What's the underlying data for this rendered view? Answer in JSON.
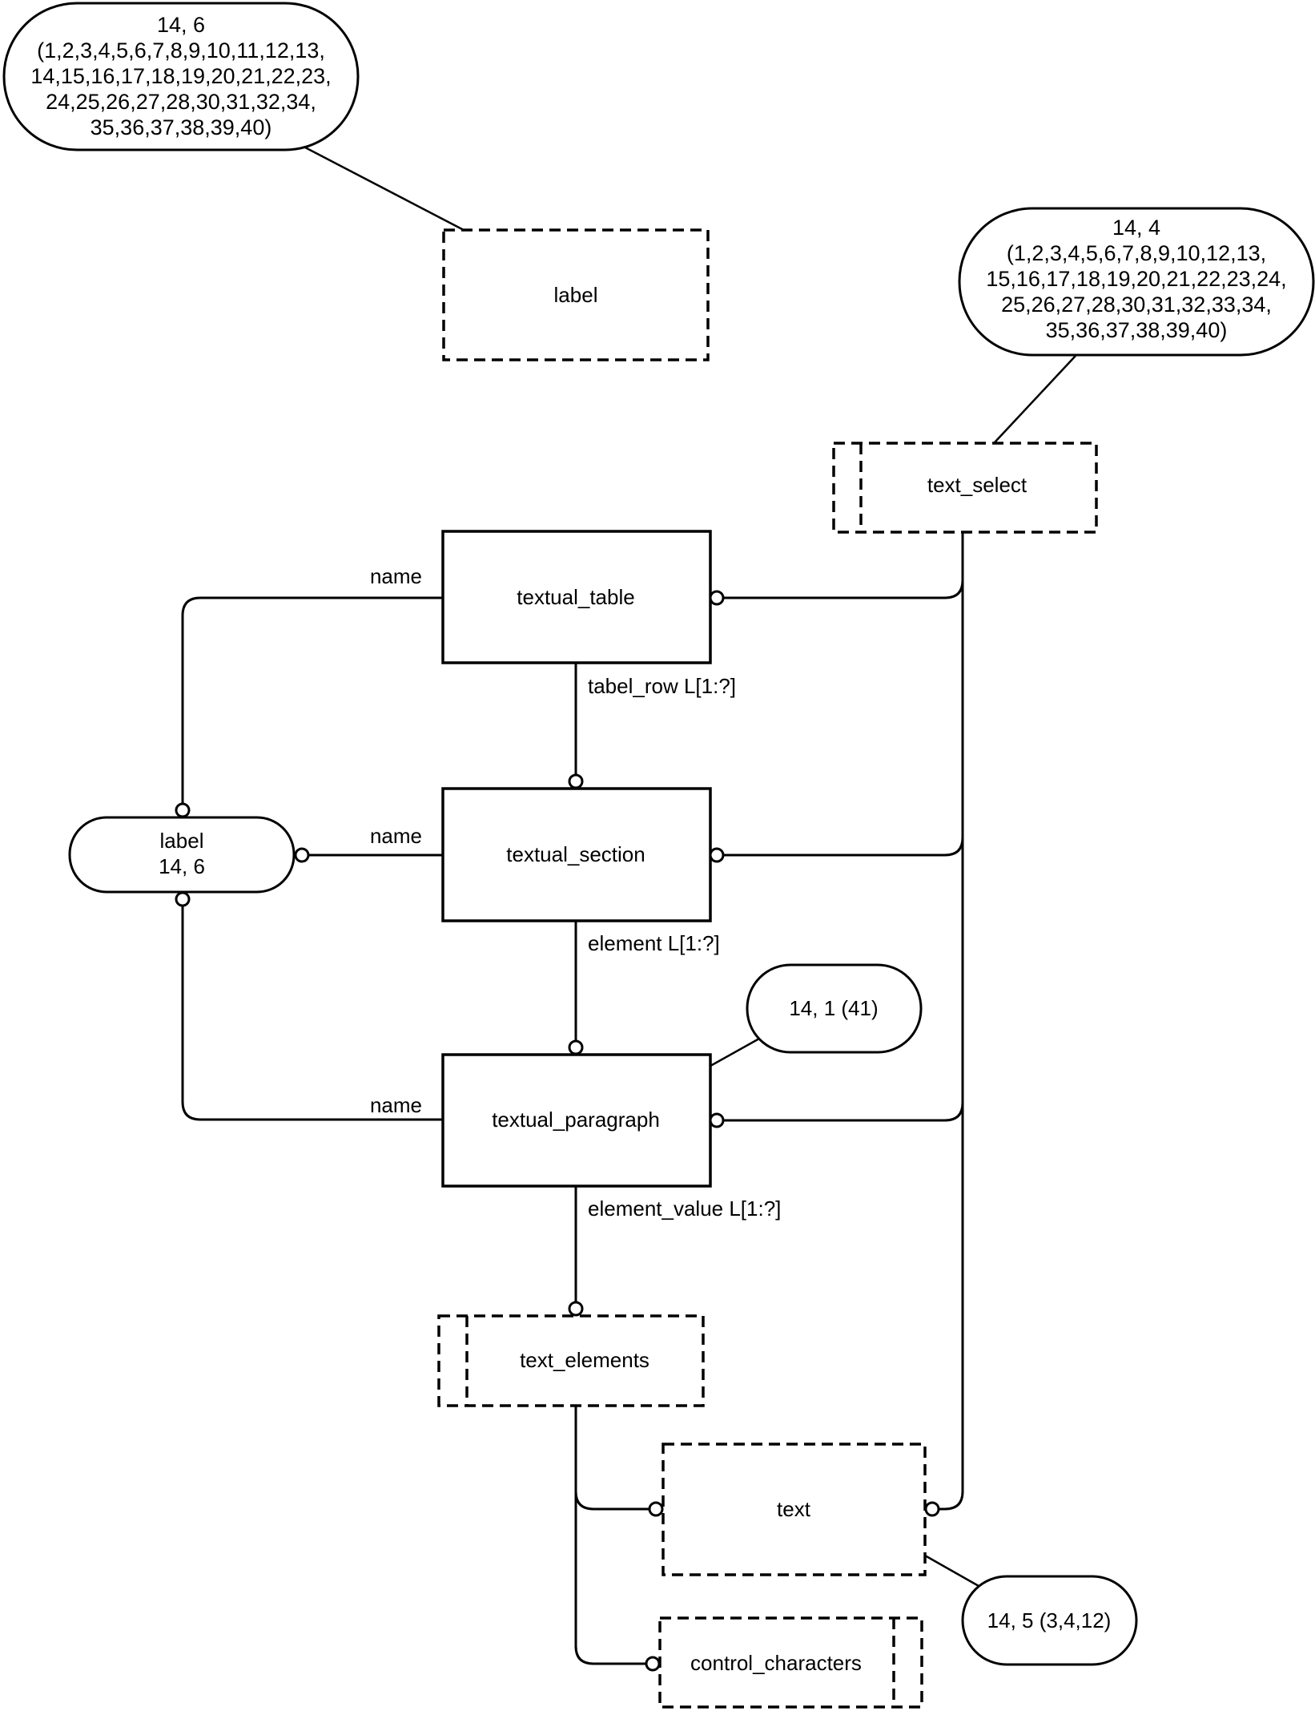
{
  "diagram": {
    "type": "EXPRESS-G entity diagram",
    "entities": {
      "textual_table": "textual_table",
      "textual_section": "textual_section",
      "textual_paragraph": "textual_paragraph"
    },
    "types": {
      "label": "label",
      "text_select": "text_select",
      "text_elements": "text_elements",
      "text": "text",
      "control_characters": "control_characters"
    },
    "references": {
      "label_ref": [
        "label",
        "14, 6"
      ],
      "ref_top_left": [
        "14, 6",
        "(1,2,3,4,5,6,7,8,9,10,11,12,13,",
        "14,15,16,17,18,19,20,21,22,23,",
        "24,25,26,27,28,30,31,32,34,",
        "35,36,37,38,39,40)"
      ],
      "ref_top_right": [
        "14, 4",
        "(1,2,3,4,5,6,7,8,9,10,12,13,",
        "15,16,17,18,19,20,21,22,23,24,",
        "25,26,27,28,30,31,32,33,34,",
        "35,36,37,38,39,40)"
      ],
      "ref_paragraph": "14, 1 (41)",
      "ref_text": "14, 5 (3,4,12)"
    },
    "relations": {
      "name_table": "name",
      "name_section": "name",
      "name_paragraph": "name",
      "table_row": "tabel_row L[1:?]",
      "element": "element L[1:?]",
      "element_value": "element_value L[1:?]"
    }
  }
}
